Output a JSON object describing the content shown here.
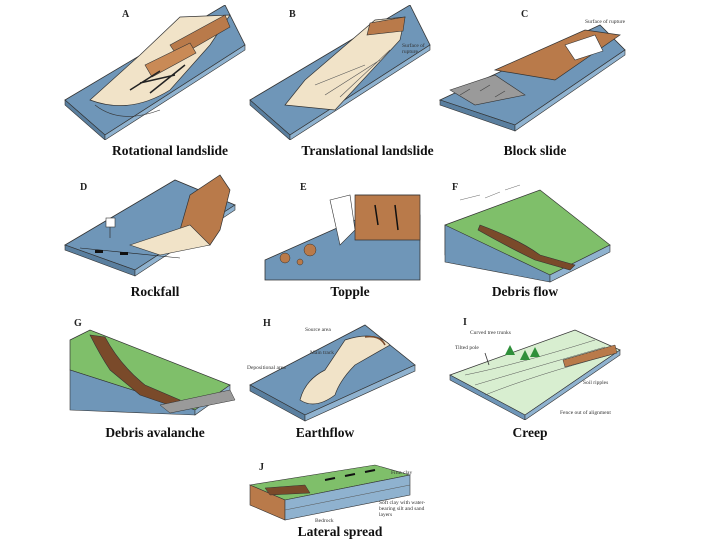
{
  "figure": {
    "panels": [
      {
        "letter": "A",
        "caption": "Rotational landslide"
      },
      {
        "letter": "B",
        "caption": "Translational landslide",
        "annotations": [
          "Surface of rupture"
        ]
      },
      {
        "letter": "C",
        "caption": "Block slide",
        "annotations": [
          "Surface of rupture"
        ]
      },
      {
        "letter": "D",
        "caption": "Rockfall"
      },
      {
        "letter": "E",
        "caption": "Topple"
      },
      {
        "letter": "F",
        "caption": "Debris flow"
      },
      {
        "letter": "G",
        "caption": "Debris avalanche"
      },
      {
        "letter": "H",
        "caption": "Earthflow",
        "annotations": [
          "Source area",
          "Main track",
          "Depositional area"
        ]
      },
      {
        "letter": "I",
        "caption": "Creep",
        "annotations": [
          "Curved tree trunks",
          "Tilted pole",
          "Soil ripples",
          "Fence out of alignment"
        ]
      },
      {
        "letter": "J",
        "caption": "Lateral spread",
        "annotations": [
          "Firm clay",
          "Soft clay with water-bearing silt and sand layers",
          "Bedrock"
        ]
      }
    ]
  },
  "colors": {
    "slope_blue": "#6f96b8",
    "slope_side": "#8fb2cf",
    "sand": "#f1e3c8",
    "brown": "#b97a4a",
    "dark_brown": "#7a4a2a",
    "grass": "#7fbf6a",
    "grey_rock": "#9a9a9a"
  }
}
